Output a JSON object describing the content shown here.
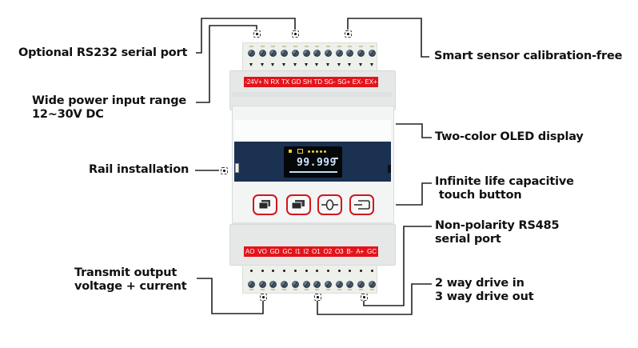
{
  "diagram": {
    "title_subject": "DIN-rail weighing transmitter module",
    "callouts": {
      "rs232": "Optional RS232 serial port",
      "power": "Wide power input range\n12~30V DC",
      "rail": "Rail installation",
      "transmit": "Transmit output\nvoltage + current",
      "sensor": "Smart sensor calibration-free",
      "oled": "Two-color OLED display",
      "touch": "Infinite life capacitive\n touch button",
      "rs485": "Non-polarity RS485\nserial port",
      "drive": "2 way drive in\n3 way drive out"
    },
    "top_terminals": [
      "-24V+",
      "N",
      "RX",
      "TX",
      "GD",
      "SH",
      "TD",
      "SG-",
      "SG+",
      "EX-",
      "EX+"
    ],
    "bottom_terminals": [
      "AO",
      "VO",
      "GD",
      "GC",
      "I1",
      "I2",
      "O1",
      "O2",
      "O3",
      "B-",
      "A+",
      "GC"
    ],
    "display": {
      "reading": "99.999",
      "indicator_dots": 5
    },
    "buttons": [
      {
        "name": "page-back",
        "icon": "stacked-windows-icon"
      },
      {
        "name": "page-forward",
        "icon": "stacked-windows-icon"
      },
      {
        "name": "zero",
        "icon": "zero-tare-icon"
      },
      {
        "name": "enter",
        "icon": "enter-icon"
      }
    ],
    "colors": {
      "label_red": "#e3141b",
      "panel_navy": "#1b3152",
      "oled_text": "#cfe6ff",
      "oled_icons": "#f1d23a"
    }
  }
}
